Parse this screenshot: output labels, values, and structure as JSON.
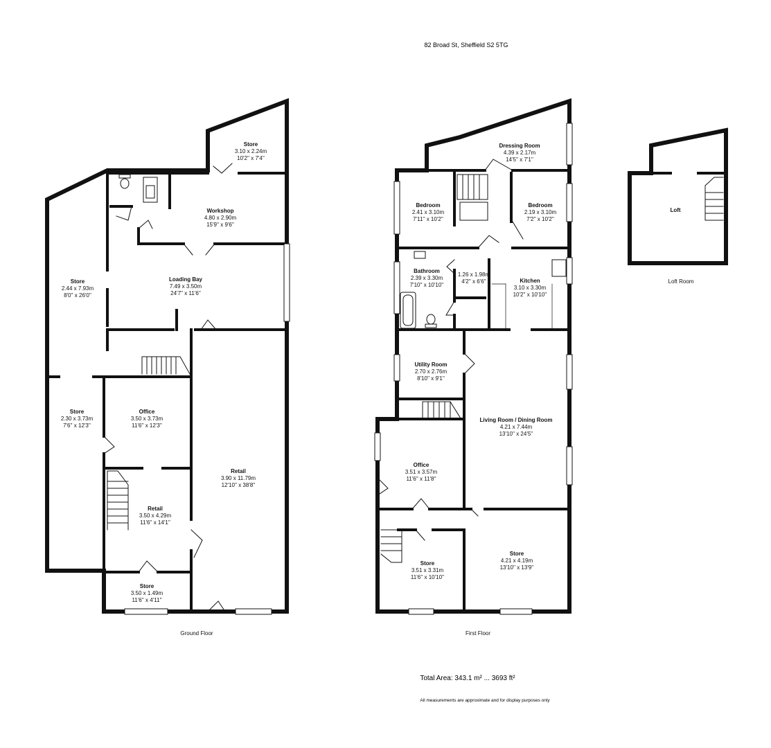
{
  "address": "82 Broad St, Sheffield S2 5TG",
  "total_area": "Total Area: 343.1 m² ... 3693 ft²",
  "disclaimer": "All measurements are approximate and for display purposes only",
  "floors": {
    "ground": {
      "caption": "Ground Floor",
      "rooms": {
        "store_top": {
          "name": "Store",
          "metric": "3.10 x 2.24m",
          "imperial": "10'2'' x 7'4''"
        },
        "workshop": {
          "name": "Workshop",
          "metric": "4.80 x 2.90m",
          "imperial": "15'9'' x 9'6''"
        },
        "store_left": {
          "name": "Store",
          "metric": "2.44 x 7.93m",
          "imperial": "8'0'' x 26'0''"
        },
        "loading_bay": {
          "name": "Loading Bay",
          "metric": "7.49 x 3.50m",
          "imperial": "24'7'' x 11'6''"
        },
        "store_mid": {
          "name": "Store",
          "metric": "2.30 x 3.73m",
          "imperial": "7'6'' x 12'3''"
        },
        "office": {
          "name": "Office",
          "metric": "3.50 x 3.73m",
          "imperial": "11'6'' x 12'3''"
        },
        "retail_big": {
          "name": "Retail",
          "metric": "3.90 x 11.79m",
          "imperial": "12'10'' x 38'8''"
        },
        "retail_small": {
          "name": "Retail",
          "metric": "3.50 x 4.29m",
          "imperial": "11'6'' x 14'1''"
        },
        "store_bottom": {
          "name": "Store",
          "metric": "3.50 x 1.49m",
          "imperial": "11'6'' x 4'11''"
        }
      }
    },
    "first": {
      "caption": "First Floor",
      "rooms": {
        "dressing": {
          "name": "Dressing Room",
          "metric": "4.39 x 2.17m",
          "imperial": "14'5'' x 7'1''"
        },
        "bedroom_left": {
          "name": "Bedroom",
          "metric": "2.41 x 3.10m",
          "imperial": "7'11'' x 10'2''"
        },
        "bedroom_right": {
          "name": "Bedroom",
          "metric": "2.19 x 3.10m",
          "imperial": "7'2'' x 10'2''"
        },
        "bathroom": {
          "name": "Bathroom",
          "metric": "2.39 x 3.30m",
          "imperial": "7'10'' x 10'10''"
        },
        "closet": {
          "name": "",
          "metric": "1.26 x 1.98m",
          "imperial": "4'2'' x 6'6''"
        },
        "kitchen": {
          "name": "Kitchen",
          "metric": "3.10 x 3.30m",
          "imperial": "10'2'' x 10'10''"
        },
        "utility": {
          "name": "Utility Room",
          "metric": "2.70 x 2.76m",
          "imperial": "8'10'' x 9'1''"
        },
        "living": {
          "name": "Living Room / Dining Room",
          "metric": "4.21 x 7.44m",
          "imperial": "13'10'' x 24'5''"
        },
        "office": {
          "name": "Office",
          "metric": "3.51 x 3.57m",
          "imperial": "11'6'' x 11'8''"
        },
        "store_left": {
          "name": "Store",
          "metric": "3.51 x 3.31m",
          "imperial": "11'6'' x 10'10''"
        },
        "store_right": {
          "name": "Store",
          "metric": "4.21 x 4.19m",
          "imperial": "13'10'' x 13'9''"
        }
      }
    },
    "loft": {
      "caption": "Loft Room",
      "rooms": {
        "loft": {
          "name": "Loft"
        }
      }
    }
  },
  "colors": {
    "wall": "#111111",
    "window": "#ffffff",
    "text": "#111111"
  }
}
